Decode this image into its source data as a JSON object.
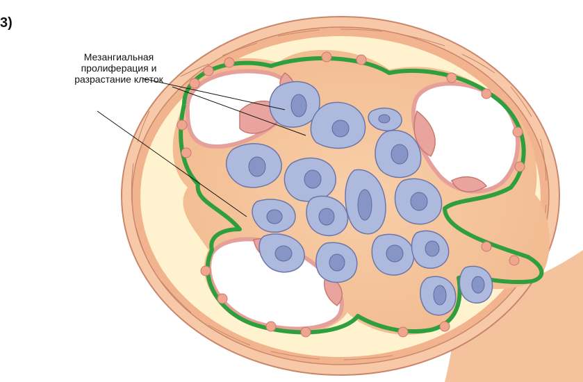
{
  "figure": {
    "panel_label": "3)",
    "annotation_lines": [
      "Мезангиальная",
      "пролиферация и",
      "разрастание клеток"
    ]
  },
  "colors": {
    "capsule_outer": "#f7c9a8",
    "capsule_outline": "#c9866a",
    "urinary_space": "#fff3cf",
    "basement_membrane": "#2f9e3f",
    "mesangial_matrix": "#f6c79f",
    "mesangial_cell_fill": "#aeb9de",
    "mesangial_cell_outline": "#6a76a8",
    "nucleus": "#8795c6",
    "endothelial_cell": "#e9a4a0",
    "capillary_lumen": "#ffffff"
  }
}
